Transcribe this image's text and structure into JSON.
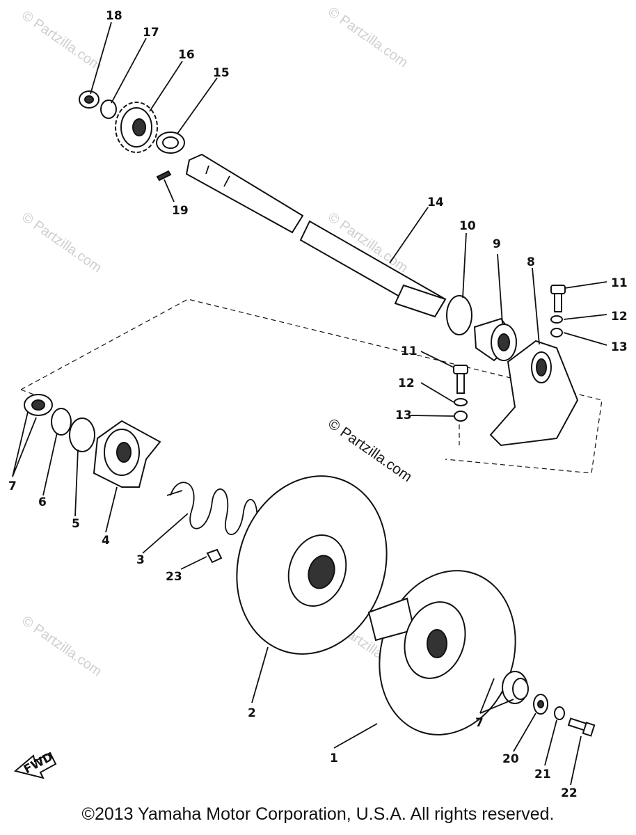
{
  "diagram": {
    "callouts": {
      "p1": "1",
      "p2": "2",
      "p3": "3",
      "p4": "4",
      "p5": "5",
      "p6": "6",
      "p7a": "7",
      "p7b": "7",
      "p8": "8",
      "p9": "9",
      "p10": "10",
      "p11a": "11",
      "p11b": "11",
      "p12a": "12",
      "p12b": "12",
      "p13a": "13",
      "p13b": "13",
      "p14": "14",
      "p15": "15",
      "p16": "16",
      "p17": "17",
      "p18": "18",
      "p19": "19",
      "p20": "20",
      "p21": "21",
      "p22": "22",
      "p23": "23"
    },
    "fwd_label": "FWD",
    "watermark": "© Partzilla.com"
  },
  "footer": {
    "copyright": "©2013 Yamaha Motor Corporation, U.S.A. All rights reserved."
  }
}
